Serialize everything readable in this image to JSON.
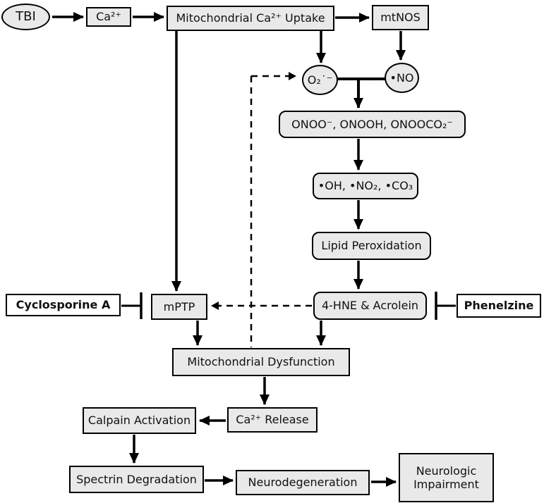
{
  "nodes": {
    "tbi": {
      "label": "TBI"
    },
    "calcium": {
      "label": "Ca²⁺"
    },
    "mito_ca_uptake": {
      "label": "Mitochondrial Ca²⁺ Uptake"
    },
    "mtnos": {
      "label": "mtNOS"
    },
    "superoxide": {
      "label": "O₂˙⁻"
    },
    "nitric_oxide": {
      "label": "•NO"
    },
    "peroxynitrite_species": {
      "label": "ONOO⁻, ONOOH, ONOOCO₂⁻"
    },
    "radical_species": {
      "label": "•OH, •NO₂, •CO₃"
    },
    "lipid_peroxidation": {
      "label": "Lipid Peroxidation"
    },
    "hne_acrolein": {
      "label": "4-HNE & Acrolein"
    },
    "phenelzine": {
      "label": "Phenelzine"
    },
    "cyclosporine_a": {
      "label": "Cyclosporine A"
    },
    "mptp": {
      "label": "mPTP"
    },
    "mito_dysfunction": {
      "label": "Mitochondrial Dysfunction"
    },
    "ca_release": {
      "label": "Ca²⁺ Release"
    },
    "calpain_activation": {
      "label": "Calpain Activation"
    },
    "spectrin_degradation": {
      "label": "Spectrin Degradation"
    },
    "neurodegeneration": {
      "label": "Neurodegeneration"
    },
    "neurologic_impairment": {
      "label": "Neurologic Impairment"
    }
  },
  "edges": [
    {
      "from": "tbi",
      "to": "calcium",
      "type": "arrow"
    },
    {
      "from": "calcium",
      "to": "mito_ca_uptake",
      "type": "arrow"
    },
    {
      "from": "mito_ca_uptake",
      "to": "mtnos",
      "type": "arrow"
    },
    {
      "from": "mito_ca_uptake",
      "to": "superoxide",
      "type": "arrow"
    },
    {
      "from": "mtnos",
      "to": "nitric_oxide",
      "type": "arrow"
    },
    {
      "from": "superoxide_plus_nitric_oxide",
      "to": "peroxynitrite_species",
      "type": "arrow"
    },
    {
      "from": "peroxynitrite_species",
      "to": "radical_species",
      "type": "arrow"
    },
    {
      "from": "radical_species",
      "to": "lipid_peroxidation",
      "type": "arrow"
    },
    {
      "from": "lipid_peroxidation",
      "to": "hne_acrolein",
      "type": "arrow"
    },
    {
      "from": "mito_ca_uptake",
      "to": "mptp",
      "type": "arrow"
    },
    {
      "from": "cyclosporine_a",
      "to": "mptp",
      "type": "inhibition"
    },
    {
      "from": "phenelzine",
      "to": "hne_acrolein",
      "type": "inhibition"
    },
    {
      "from": "hne_acrolein",
      "to": "mptp",
      "type": "dashed-arrow"
    },
    {
      "from": "mito_dysfunction",
      "to": "superoxide",
      "type": "dashed-arrow"
    },
    {
      "from": "mptp",
      "to": "mito_dysfunction",
      "type": "arrow"
    },
    {
      "from": "hne_acrolein",
      "to": "mito_dysfunction",
      "type": "arrow"
    },
    {
      "from": "mito_dysfunction",
      "to": "ca_release",
      "type": "arrow"
    },
    {
      "from": "ca_release",
      "to": "calpain_activation",
      "type": "arrow"
    },
    {
      "from": "calpain_activation",
      "to": "spectrin_degradation",
      "type": "arrow"
    },
    {
      "from": "spectrin_degradation",
      "to": "neurodegeneration",
      "type": "arrow"
    },
    {
      "from": "neurodegeneration",
      "to": "neurologic_impairment",
      "type": "arrow"
    }
  ],
  "colors": {
    "node_fill": "#e9e9e9",
    "node_border": "#000000",
    "inhibitor_fill": "#ffffff",
    "line": "#000000",
    "background": "#ffffff"
  }
}
